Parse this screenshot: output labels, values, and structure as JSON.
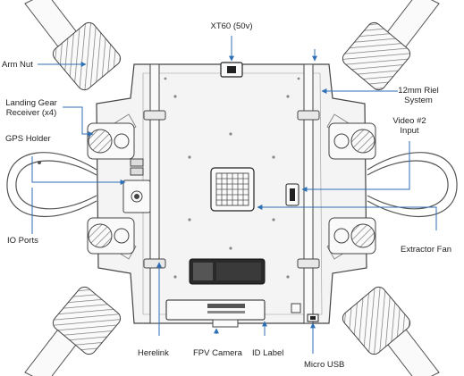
{
  "labels": {
    "xt60": "XT60 (50v)",
    "arm_nut": "Arm Nut",
    "landing_gear_line1": "Landing Gear",
    "landing_gear_line2": "Receiver (x4)",
    "gps_holder": "GPS Holder",
    "io_ports": "IO Ports",
    "rail_line1": "12mm Riel",
    "rail_line2": "System",
    "video_line1": "Video #2",
    "video_line2": "Input",
    "extractor_fan": "Extractor Fan",
    "herelink": "Herelink",
    "fpv_camera": "FPV Camera",
    "id_label": "ID Label",
    "micro_usb": "Micro USB"
  },
  "colors": {
    "callout": "#2e6fb5",
    "outline": "#555555",
    "fill": "#f4f4f4"
  },
  "icons": [
    "xt60-connector-icon",
    "fan-grille-icon",
    "usb-port-icon",
    "herelink-module-icon",
    "id-label-icon"
  ]
}
